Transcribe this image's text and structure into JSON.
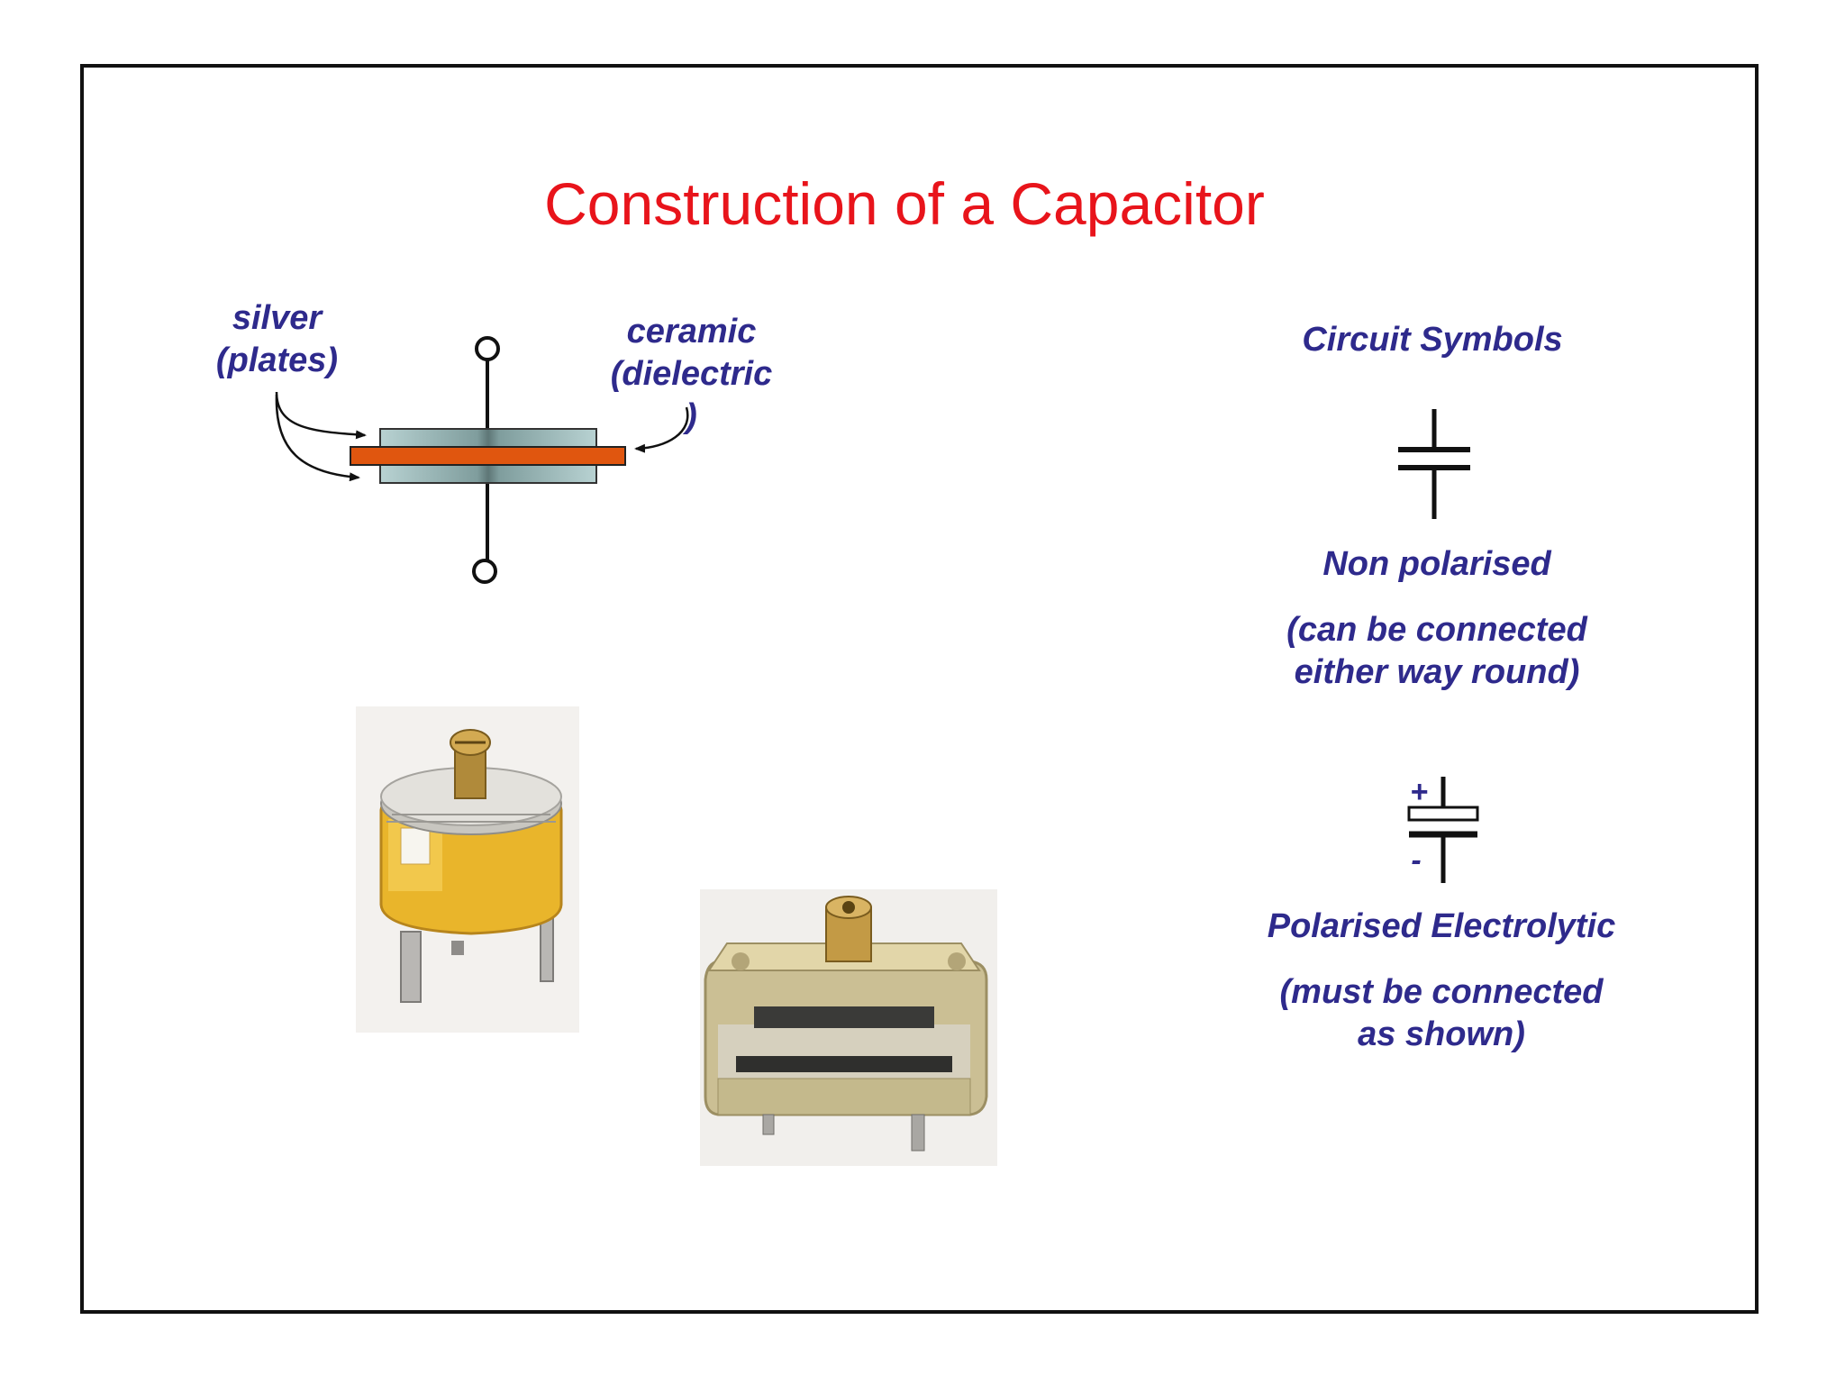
{
  "title": "Construction of a Capacitor",
  "diagram": {
    "plates_label_line1": "silver",
    "plates_label_line2": "(plates)",
    "dielectric_label_line1": "ceramic",
    "dielectric_label_line2": "(dielectric",
    "dielectric_label_line3": ")"
  },
  "symbols": {
    "heading": "Circuit Symbols",
    "non_polarised_title": "Non polarised",
    "non_polarised_note_line1": "(can be connected",
    "non_polarised_note_line2": "either way round)",
    "plus_sign": "+",
    "minus_sign": "-",
    "polarised_title": "Polarised Electrolytic",
    "polarised_note_line1": "(must  be connected",
    "polarised_note_line2": "as shown)"
  },
  "colors": {
    "title": "#e8141b",
    "label": "#2e2a8c",
    "dielectric": "#e0560f",
    "plate": "#a9c6c6"
  }
}
